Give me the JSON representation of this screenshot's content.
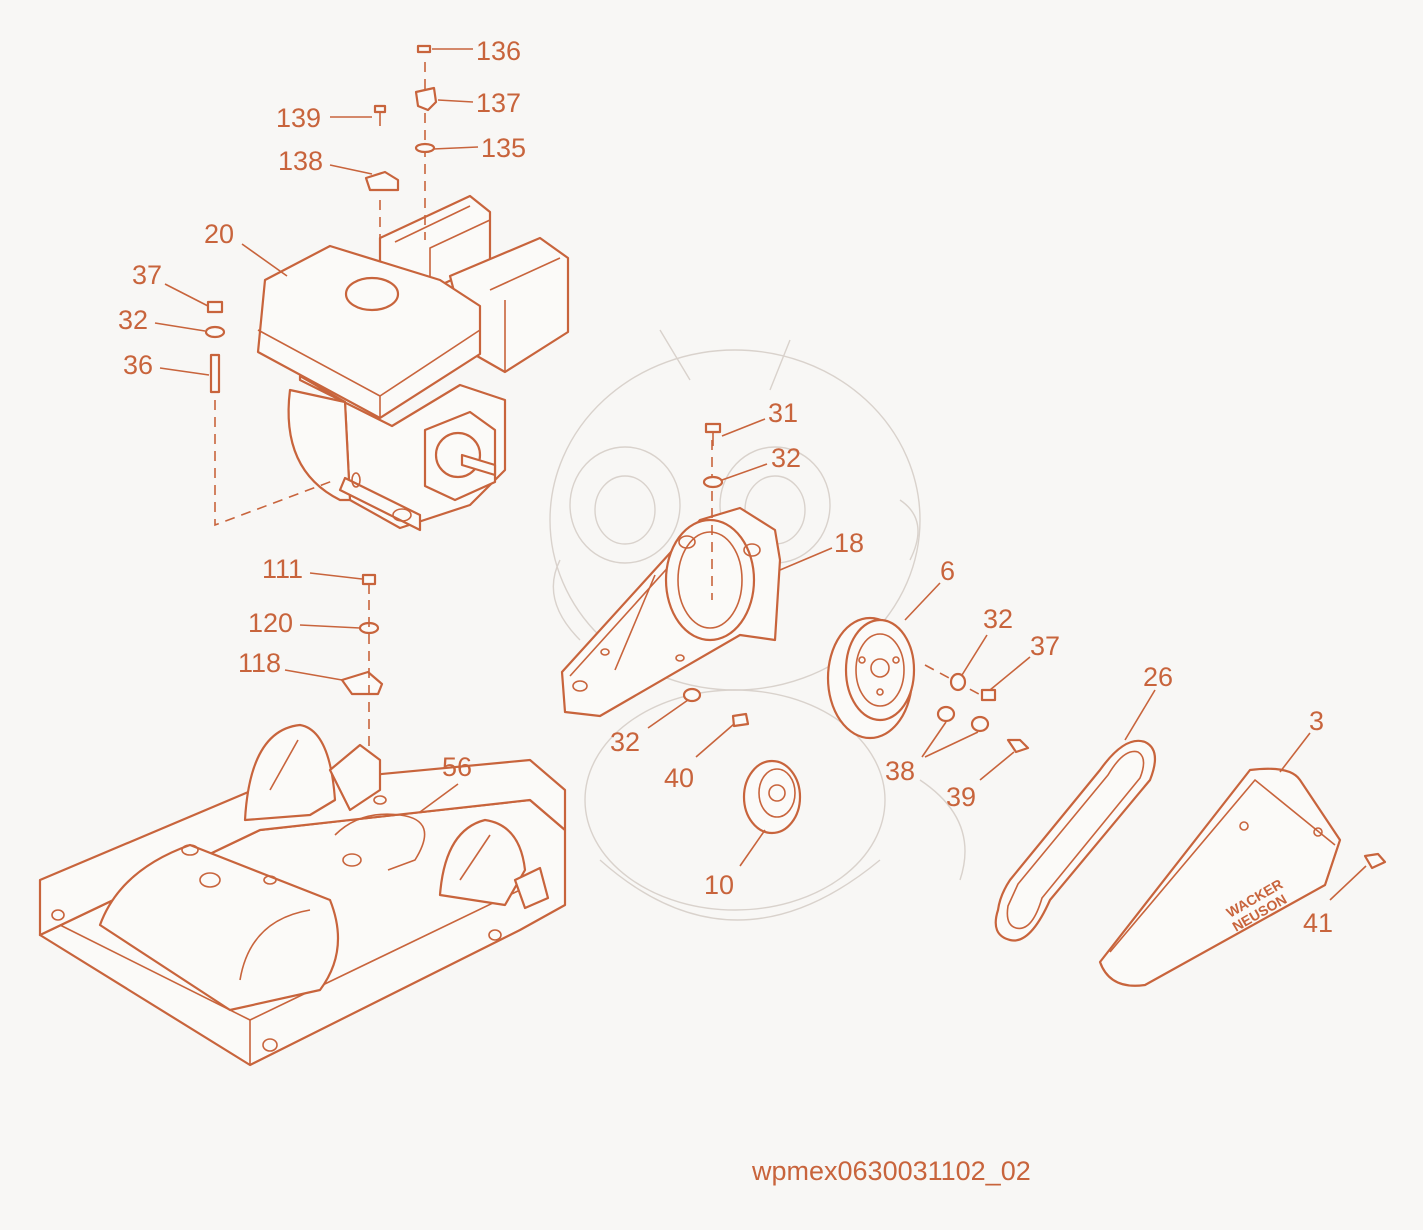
{
  "colors": {
    "line": "#c8643c",
    "background": "#f8f7f5",
    "watermark": "#d9d2cc"
  },
  "drawing_id": "wpmex0630031102_02",
  "brand_text": [
    "WACKER",
    "NEUSON"
  ],
  "callouts": [
    "136",
    "137",
    "139",
    "135",
    "138",
    "20",
    "37",
    "32",
    "36",
    "31",
    "32",
    "18",
    "6",
    "32",
    "37",
    "26",
    "3",
    "111",
    "120",
    "118",
    "56",
    "32",
    "40",
    "38",
    "39",
    "10",
    "41"
  ]
}
